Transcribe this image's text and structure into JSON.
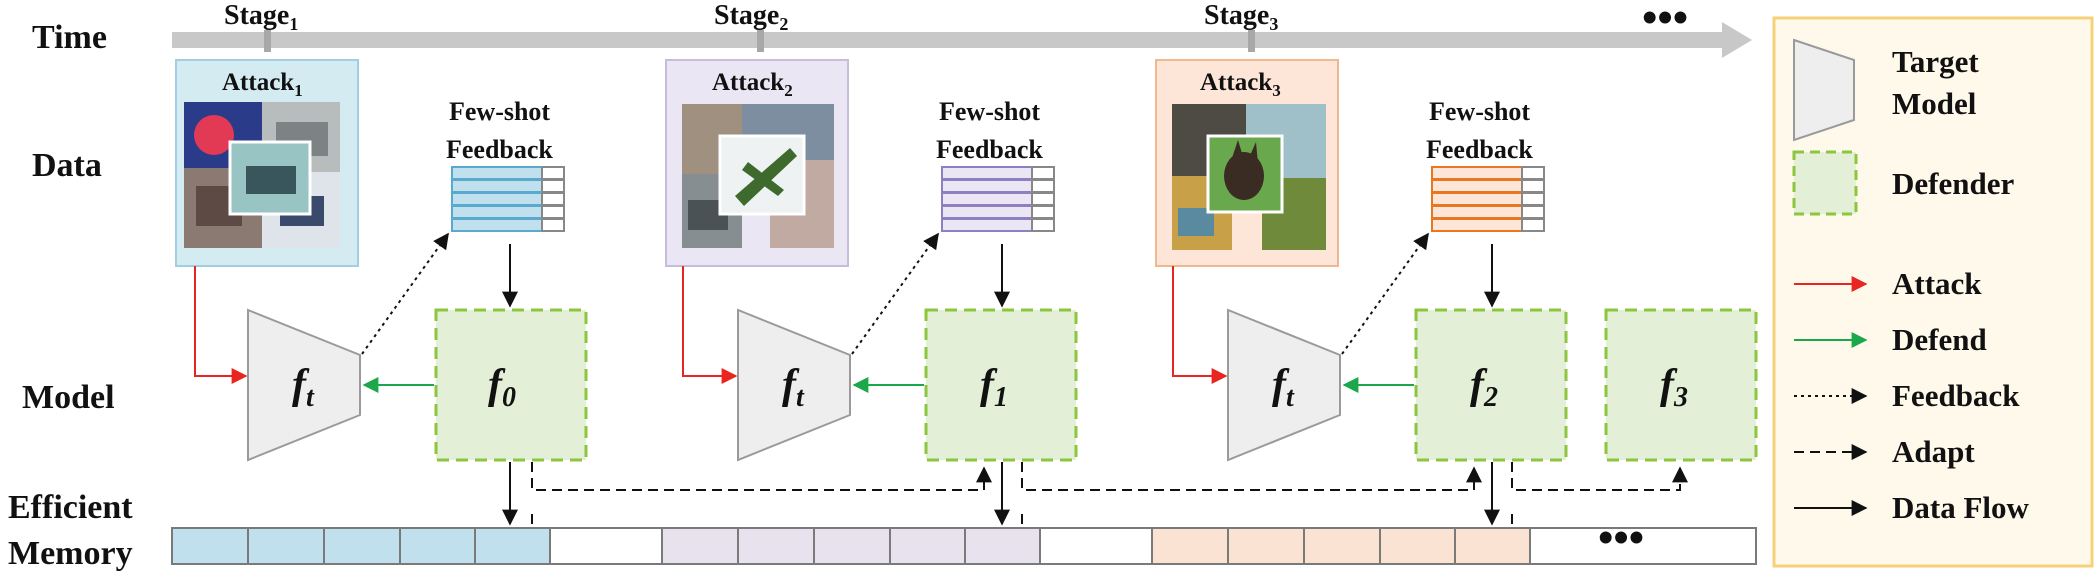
{
  "row_labels": {
    "time": "Time",
    "data": "Data",
    "model": "Model",
    "memory_line1": "Efficient",
    "memory_line2": "Memory"
  },
  "stages": [
    {
      "label": "Stage",
      "index": "1",
      "attack_label": "Attack",
      "attack_index": "1",
      "feedback_line1": "Few-shot",
      "feedback_line2": "Feedback",
      "target_model_label": "f",
      "target_model_sub": "t",
      "defender_label": "f",
      "defender_sub": "0",
      "fill": "#d4ebf2",
      "border": "#9fcfe0",
      "memory_fill": "#bfe0ec"
    },
    {
      "label": "Stage",
      "index": "2",
      "attack_label": "Attack",
      "attack_index": "2",
      "feedback_line1": "Few-shot",
      "feedback_line2": "Feedback",
      "target_model_label": "f",
      "target_model_sub": "t",
      "defender_label": "f",
      "defender_sub": "1",
      "fill": "#ebe6f3",
      "border": "#c7bcdc",
      "memory_fill": "#e7e2ee"
    },
    {
      "label": "Stage",
      "index": "3",
      "attack_label": "Attack",
      "attack_index": "3",
      "feedback_line1": "Few-shot",
      "feedback_line2": "Feedback",
      "target_model_label": "f",
      "target_model_sub": "t",
      "defender_label": "f",
      "defender_sub": "2",
      "fill": "#fde6d8",
      "border": "#f1b890",
      "memory_fill": "#fbe3d3"
    }
  ],
  "extra_defender": {
    "label": "f",
    "sub": "3"
  },
  "ellipsis": "•••",
  "legend": {
    "target_model_line1": "Target",
    "target_model_line2": "Model",
    "defender": "Defender",
    "attack": "Attack",
    "defend": "Defend",
    "feedback": "Feedback",
    "adapt": "Adapt",
    "data_flow": "Data Flow"
  },
  "colors": {
    "time_arrow": "#c8c8c8",
    "attack_arrow": "#e8251f",
    "defend_arrow": "#1aa84b",
    "defender_fill": "#e3efd6",
    "defender_border": "#8cc63f",
    "target_fill": "#eeeeee",
    "target_border": "#9a9a9a",
    "legend_fill": "#fff9ec",
    "legend_border": "#f5d27a",
    "feedback_blue": "#5aaad0",
    "feedback_purple": "#8e7fc0",
    "feedback_orange": "#e8771f"
  }
}
